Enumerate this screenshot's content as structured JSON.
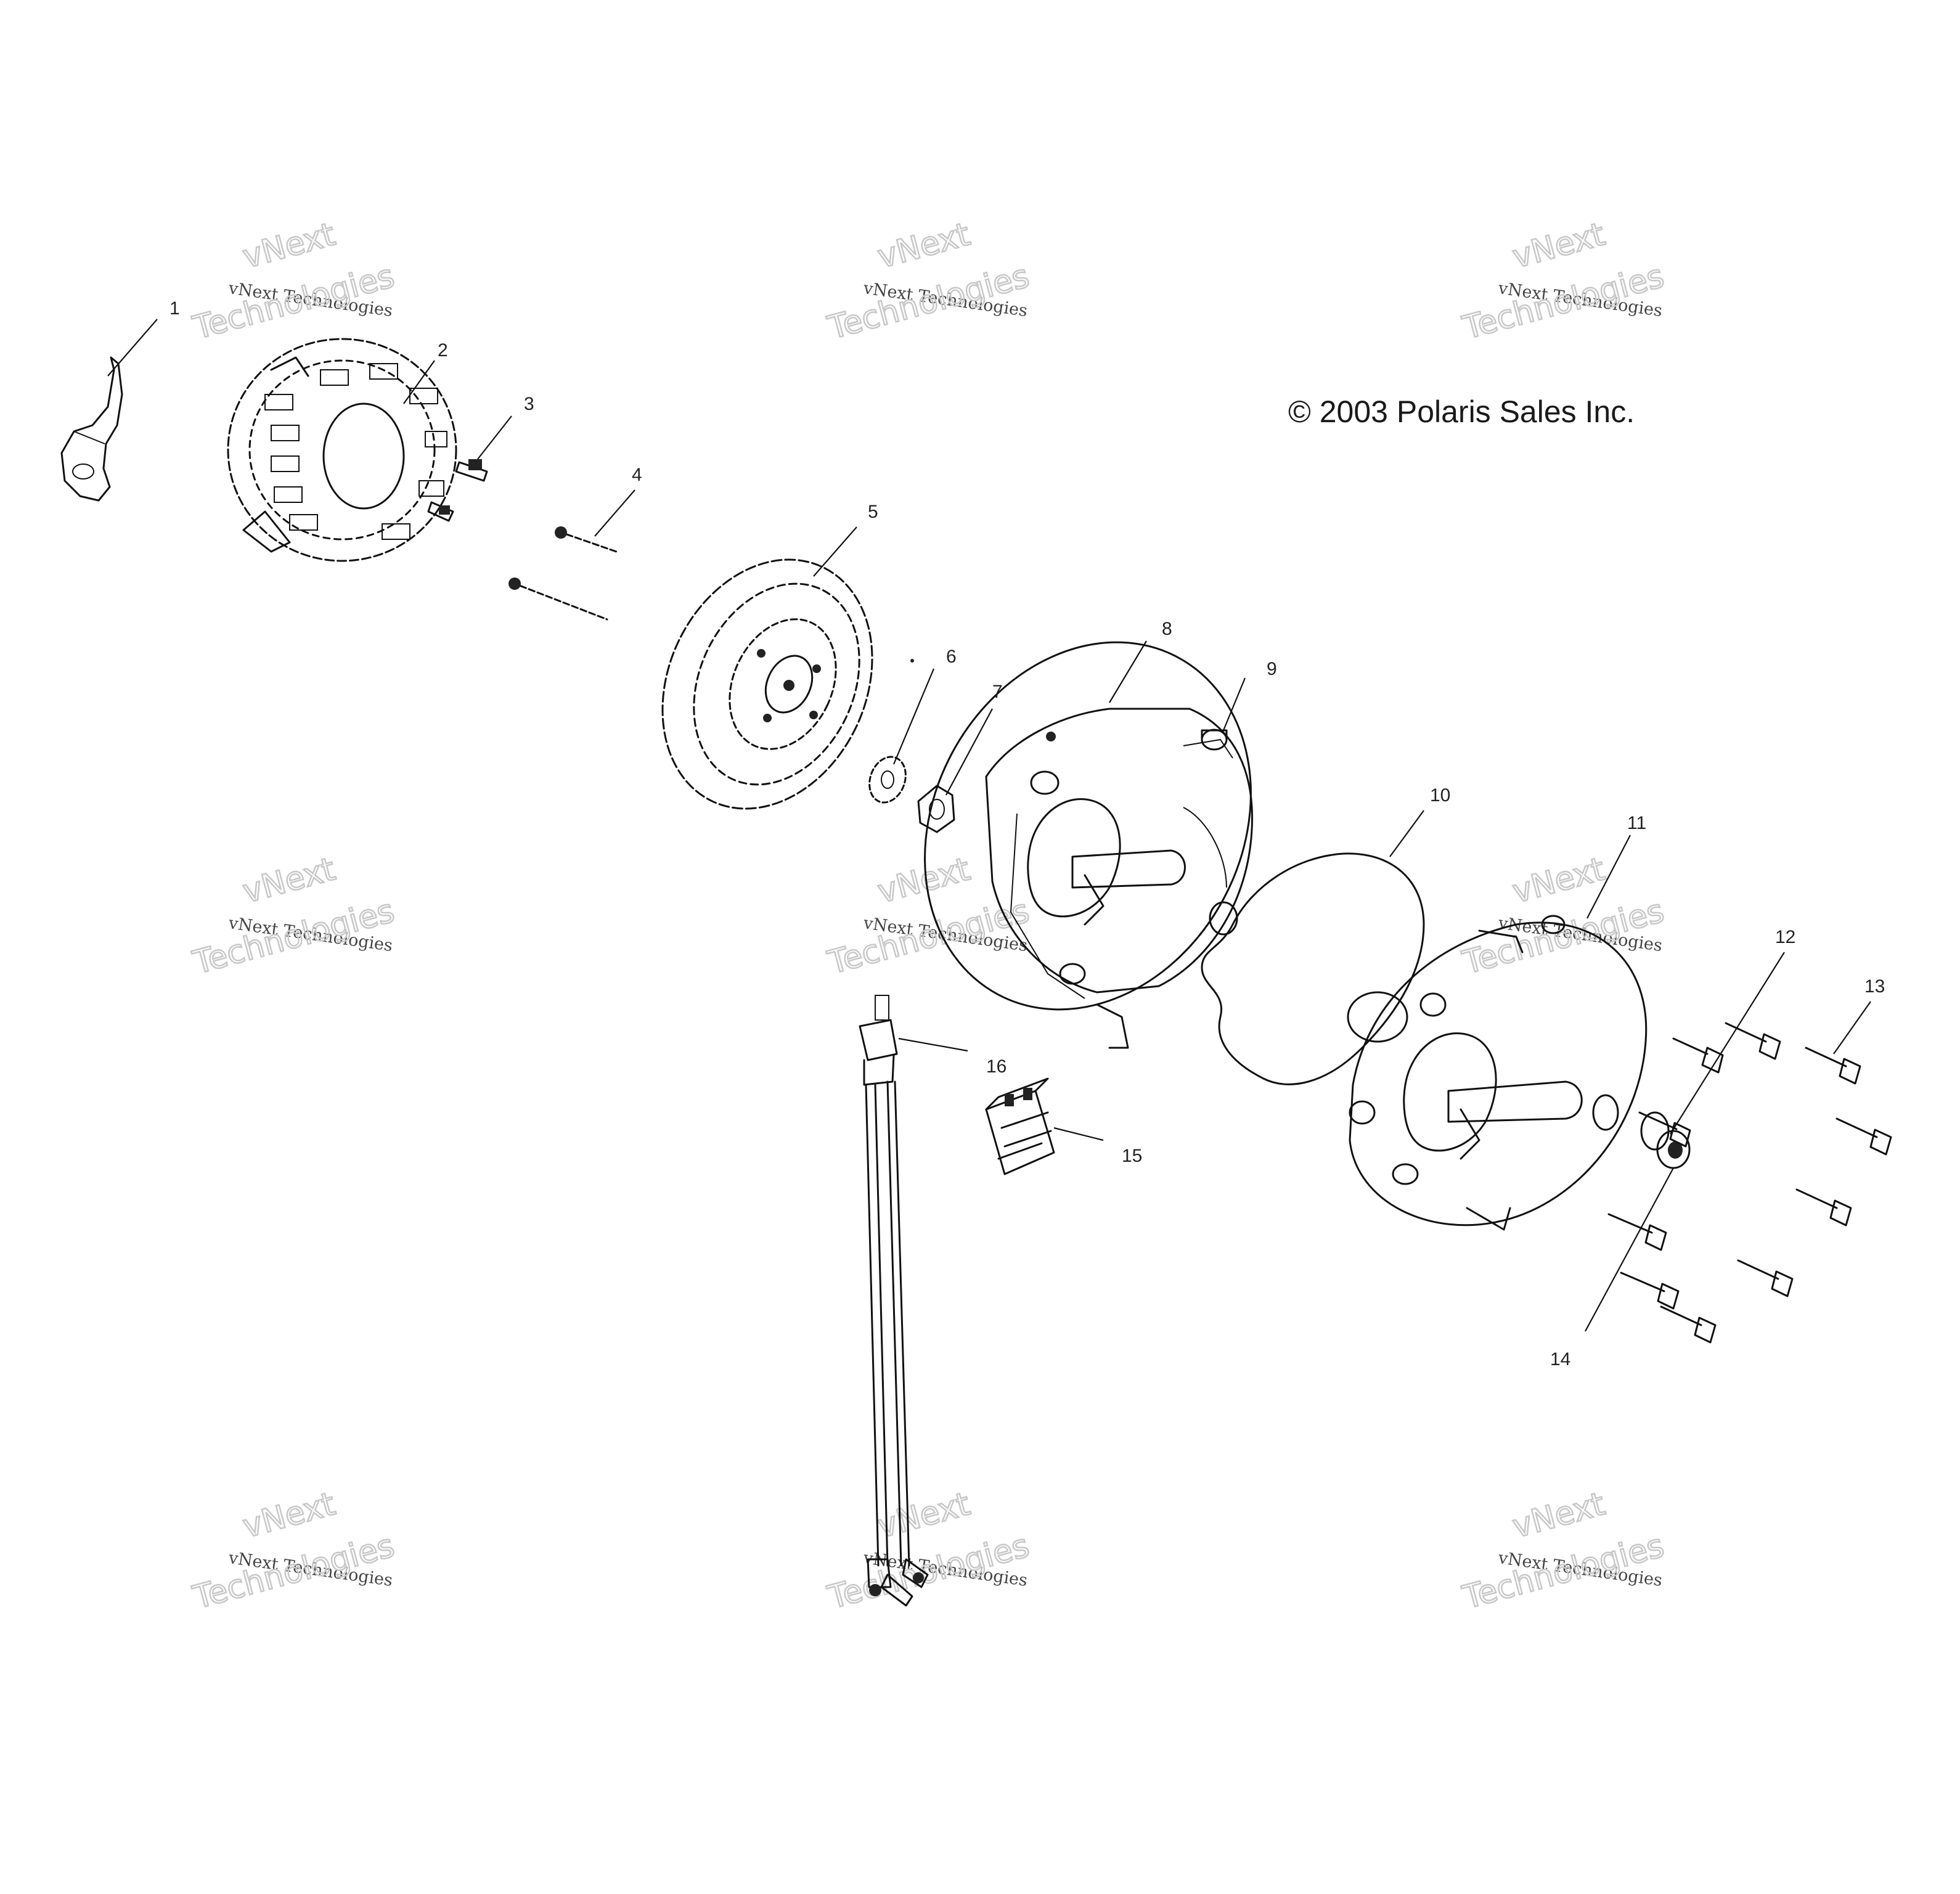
{
  "copyright": "© 2003 Polaris Sales Inc.",
  "watermark": {
    "line_small": "vNext Technologies",
    "line_big_1": "vNext",
    "line_big_2": "Technologies"
  },
  "callouts": [
    "1",
    "2",
    "3",
    "4",
    "5",
    "6",
    "7",
    "8",
    "9",
    "10",
    "11",
    "12",
    "13",
    "14",
    "15",
    "16"
  ]
}
